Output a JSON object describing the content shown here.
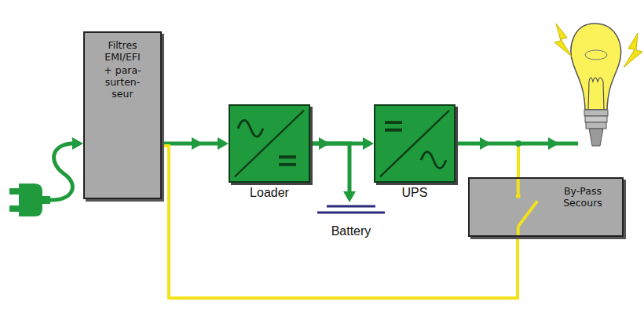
{
  "diagram": {
    "nodes": [
      {
        "text": [
          "Filtres EMI/EFI",
          "+ para- surten- seur"
        ]
      },
      {
        "text": [
          "Loader"
        ]
      },
      {
        "text": [
          "Battery"
        ]
      },
      {
        "text": [
          "UPS"
        ]
      },
      {
        "text": [
          "By-Pass Secours"
        ]
      }
    ],
    "edges": [
      {
        "from": 0,
        "to": 1,
        "arrow": "to"
      },
      {
        "from": 1,
        "to": 3,
        "arrow": "to"
      },
      {
        "from": 1,
        "to": 2,
        "arrow": "to"
      },
      {
        "from": 0,
        "to": 4,
        "arrow": "none"
      }
    ]
  }
}
